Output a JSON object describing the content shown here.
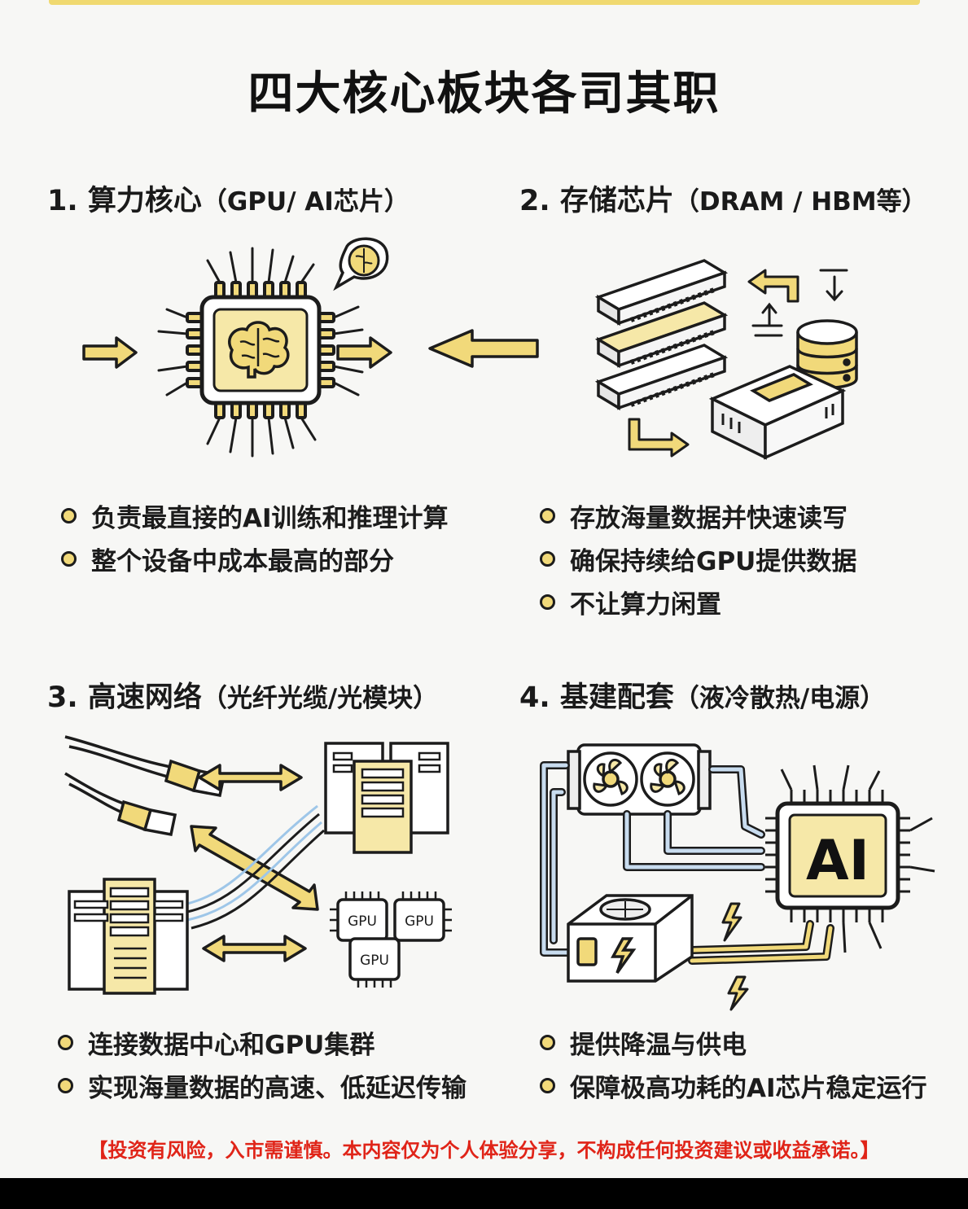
{
  "title": "四大核心板块各司其职",
  "sections": [
    {
      "number": "1.",
      "name": "算力核心",
      "sub": "（GPU/ AI芯片）",
      "bullets": [
        "负责最直接的AI训练和推理计算",
        "整个设备中成本最高的部分"
      ],
      "illustration": "ai-chip-with-brain"
    },
    {
      "number": "2.",
      "name": "存储芯片",
      "sub": "（DRAM / HBM等）",
      "bullets": [
        "存放海量数据并快速读写",
        "确保持续给GPU提供数据",
        "不让算力闲置"
      ],
      "illustration": "memory-modules-and-storage"
    },
    {
      "number": "3.",
      "name": "高速网络",
      "sub": "（光纤光缆/光模块）",
      "bullets": [
        "连接数据中心和GPU集群",
        "实现海量数据的高速、低延迟传输"
      ],
      "illustration": "network-cables-servers-gpus",
      "labels": {
        "gpu1": "GPU",
        "gpu2": "GPU",
        "gpu3": "GPU"
      }
    },
    {
      "number": "4.",
      "name": "基建配套",
      "sub": "（液冷散热/电源）",
      "bullets": [
        "提供降温与供电",
        "保障极高功耗的AI芯片稳定运行"
      ],
      "illustration": "liquid-cooling-and-power-supply",
      "labels": {
        "chip": "AI"
      }
    }
  ],
  "disclaimer": "【投资有风险，入市需谨慎。本内容仅为个人体验分享，不构成任何投资建议或收益承诺。】",
  "colors": {
    "accent": "#f1d97a",
    "ink": "#1c1c1c",
    "warning": "#e02418",
    "background": "#f7f7f5"
  }
}
